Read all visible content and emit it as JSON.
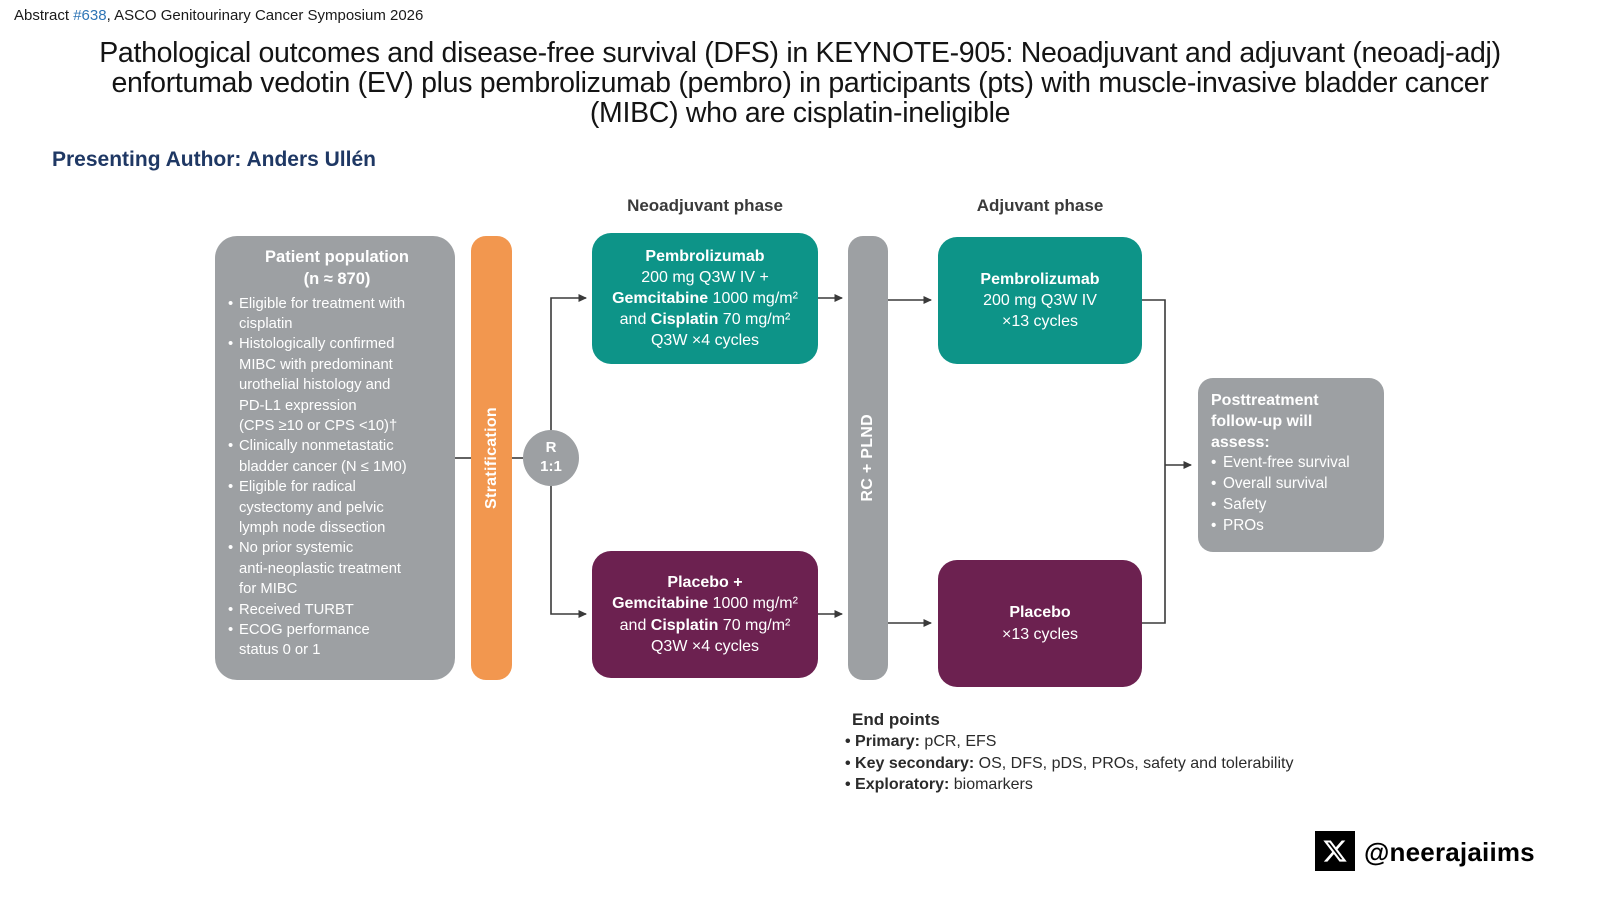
{
  "header": {
    "abstract_prefix": "Abstract ",
    "abstract_number": "#638",
    "abstract_suffix": ", ASCO Genitourinary Cancer Symposium 2026",
    "title": "Pathological outcomes and disease-free survival (DFS) in KEYNOTE-905: Neoadjuvant and adjuvant (neoadj-adj) enfortumab vedotin (EV) plus pembrolizumab (pembro) in participants (pts) with muscle-invasive bladder cancer (MIBC) who are cisplatin-ineligible",
    "presenting_author": "Presenting Author: Anders Ullén"
  },
  "colors": {
    "teal": "#0d9488",
    "maroon": "#6c2150",
    "orange": "#f2974f",
    "gray": "#9da0a3",
    "link_blue": "#2e75b6",
    "navy": "#1f3864"
  },
  "diagram": {
    "patient_box": {
      "title_line1": "Patient population",
      "title_line2": "(n ≈ 870)",
      "bullets": [
        "Eligible for treatment with\ncisplatin",
        "Histologically confirmed\nMIBC with predominant\nurothelial histology and\nPD-L1 expression\n(CPS ≥10 or CPS <10)†",
        "Clinically nonmetastatic\nbladder cancer (N ≤ 1M0)",
        "Eligible for radical\ncystectomy and pelvic\nlymph node dissection",
        "No prior systemic\nanti-neoplastic treatment\nfor MIBC",
        "Received TURBT",
        "ECOG performance\nstatus 0 or 1"
      ]
    },
    "stratification_label": "Stratification",
    "randomization": {
      "line1": "R",
      "line2": "1:1"
    },
    "phase_labels": {
      "neoadjuvant": "Neoadjuvant phase",
      "adjuvant": "Adjuvant phase"
    },
    "surgery_label": "RC + PLND",
    "neoadjuvant_pembro_arm": {
      "lines": [
        [
          {
            "t": "Pembrolizumab",
            "b": true
          }
        ],
        [
          {
            "t": "200 mg Q3W IV +",
            "b": false
          }
        ],
        [
          {
            "t": "Gemcitabine",
            "b": true
          },
          {
            "t": " 1000 mg/m²",
            "b": false
          }
        ],
        [
          {
            "t": "and ",
            "b": false
          },
          {
            "t": "Cisplatin",
            "b": true
          },
          {
            "t": " 70 mg/m²",
            "b": false
          }
        ],
        [
          {
            "t": "Q3W ×4 cycles",
            "b": false
          }
        ]
      ]
    },
    "neoadjuvant_placebo_arm": {
      "lines": [
        [
          {
            "t": "Placebo +",
            "b": true
          }
        ],
        [
          {
            "t": "Gemcitabine",
            "b": true
          },
          {
            "t": " 1000 mg/m²",
            "b": false
          }
        ],
        [
          {
            "t": "and ",
            "b": false
          },
          {
            "t": "Cisplatin",
            "b": true
          },
          {
            "t": " 70 mg/m²",
            "b": false
          }
        ],
        [
          {
            "t": "Q3W ×4 cycles",
            "b": false
          }
        ]
      ]
    },
    "adjuvant_pembro_arm": {
      "lines": [
        [
          {
            "t": "Pembrolizumab",
            "b": true
          }
        ],
        [
          {
            "t": "200 mg Q3W IV",
            "b": false
          }
        ],
        [
          {
            "t": "×13 cycles",
            "b": false
          }
        ]
      ]
    },
    "adjuvant_placebo_arm": {
      "lines": [
        [
          {
            "t": "Placebo",
            "b": true
          }
        ],
        [
          {
            "t": "×13 cycles",
            "b": false
          }
        ]
      ]
    },
    "posttreatment_box": {
      "title_lines": [
        [
          {
            "t": "Posttreatment",
            "b": true
          }
        ],
        [
          {
            "t": "follow-up will",
            "b": true
          }
        ],
        [
          {
            "t": "assess:",
            "b": true
          }
        ]
      ],
      "bullets": [
        "Event-free survival",
        "Overall survival",
        "Safety",
        "PROs"
      ]
    },
    "endpoints": {
      "title": "End points",
      "items": [
        [
          {
            "t": "• Primary:",
            "b": true
          },
          {
            "t": " pCR, EFS",
            "b": false
          }
        ],
        [
          {
            "t": "• Key secondary:",
            "b": true
          },
          {
            "t": " OS, DFS, pDS, PROs, safety and tolerability",
            "b": false
          }
        ],
        [
          {
            "t": "• Exploratory:",
            "b": true
          },
          {
            "t": " biomarkers",
            "b": false
          }
        ]
      ]
    }
  },
  "footer": {
    "x_icon": "x-logo",
    "x_handle": "@neerajaiims"
  }
}
